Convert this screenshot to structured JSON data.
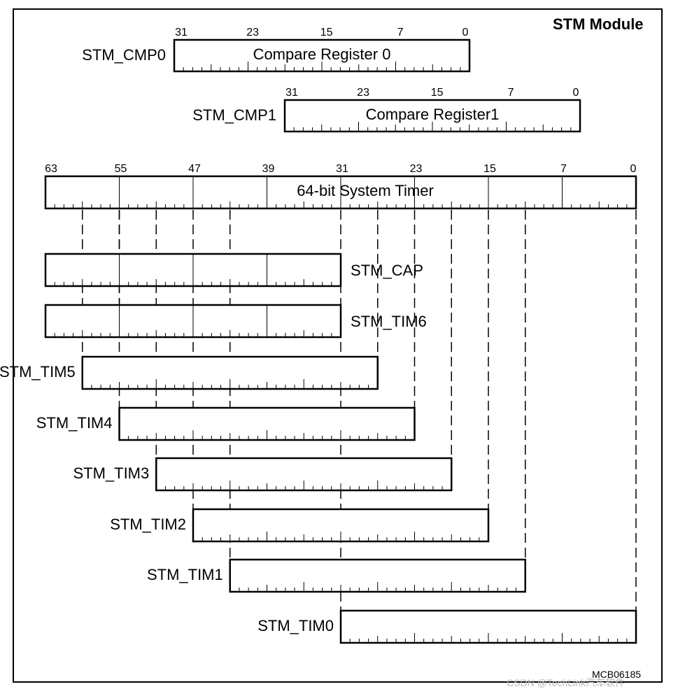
{
  "title": "STM Module",
  "figure_id": "MCB06185",
  "watermark": "CSDN @TechLink汽车软件",
  "compare_registers": [
    {
      "name": "STM_CMP0",
      "label": "Compare Register 0",
      "bit_labels": [
        "31",
        "23",
        "15",
        "7",
        "0"
      ]
    },
    {
      "name": "STM_CMP1",
      "label": "Compare Register1",
      "bit_labels": [
        "31",
        "23",
        "15",
        "7",
        "0"
      ]
    }
  ],
  "system_timer": {
    "label": "64-bit System Timer",
    "bit_labels": [
      "63",
      "55",
      "47",
      "39",
      "31",
      "23",
      "15",
      "7",
      "0"
    ]
  },
  "capture_register": {
    "name": "STM_CAP",
    "msb": 63,
    "lsb": 32
  },
  "timer_registers": [
    {
      "name": "STM_TIM6",
      "msb": 63,
      "lsb": 32
    },
    {
      "name": "STM_TIM5",
      "msb": 59,
      "lsb": 28
    },
    {
      "name": "STM_TIM4",
      "msb": 55,
      "lsb": 24
    },
    {
      "name": "STM_TIM3",
      "msb": 51,
      "lsb": 20
    },
    {
      "name": "STM_TIM2",
      "msb": 47,
      "lsb": 16
    },
    {
      "name": "STM_TIM1",
      "msb": 43,
      "lsb": 12
    },
    {
      "name": "STM_TIM0",
      "msb": 31,
      "lsb": 0
    }
  ]
}
